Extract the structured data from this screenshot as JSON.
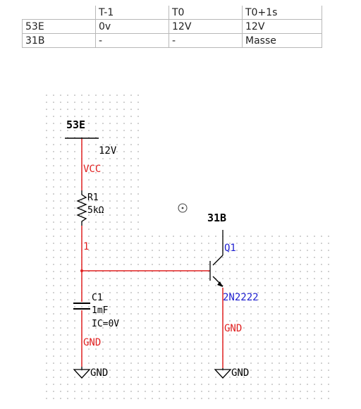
{
  "table": {
    "header": [
      "",
      "T-1",
      "T0",
      "T0+1s"
    ],
    "rows": [
      [
        "53E",
        "0v",
        "12V",
        "12V"
      ],
      [
        "31B",
        "-",
        "-",
        "Masse"
      ]
    ]
  },
  "schematic": {
    "net_53e": "53E",
    "net_31b": "31B",
    "vcc_value": "12V",
    "vcc_label": "VCC",
    "r1_name": "R1",
    "r1_value": "5kΩ",
    "node_label": "1",
    "c1_name": "C1",
    "c1_value": "1mF",
    "c1_ic": "IC=0V",
    "gnd_net_left": "GND",
    "gnd_net_right": "GND",
    "gnd_sym_left": "GND",
    "gnd_sym_right": "GND",
    "q1_name": "Q1",
    "q1_model": "2N2222"
  },
  "colors": {
    "wire": "#e02020",
    "component": "#000000",
    "transistor_label": "#1f1fd0",
    "grid_dot": "#9a9a9a"
  }
}
